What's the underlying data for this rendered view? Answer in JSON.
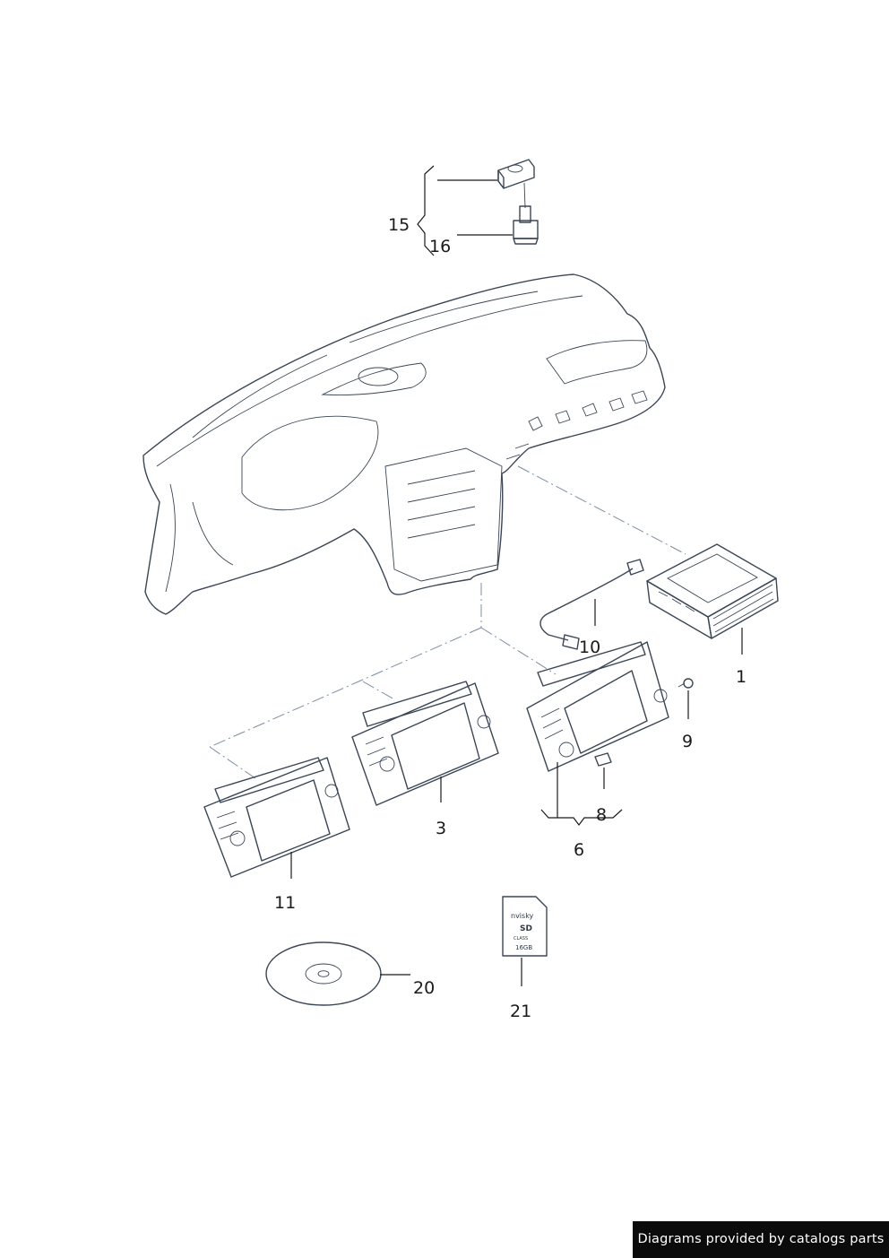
{
  "callouts": {
    "c1": "1",
    "c3": "3",
    "c6": "6",
    "c8": "8",
    "c9": "9",
    "c10": "10",
    "c11": "11",
    "c15": "15",
    "c16": "16",
    "c20": "20",
    "c21": "21"
  },
  "sd_card": {
    "brand": "nvisky",
    "class": "CLASS",
    "capacity": "16GB"
  },
  "footer": {
    "text": "Diagrams provided by catalogs parts"
  },
  "colors": {
    "part_fill": "#dfe8f0",
    "part_shade": "#b9c9d8",
    "screen": "#5f7f99",
    "outline": "#3a4656",
    "dashline": "#7d8ea3"
  }
}
